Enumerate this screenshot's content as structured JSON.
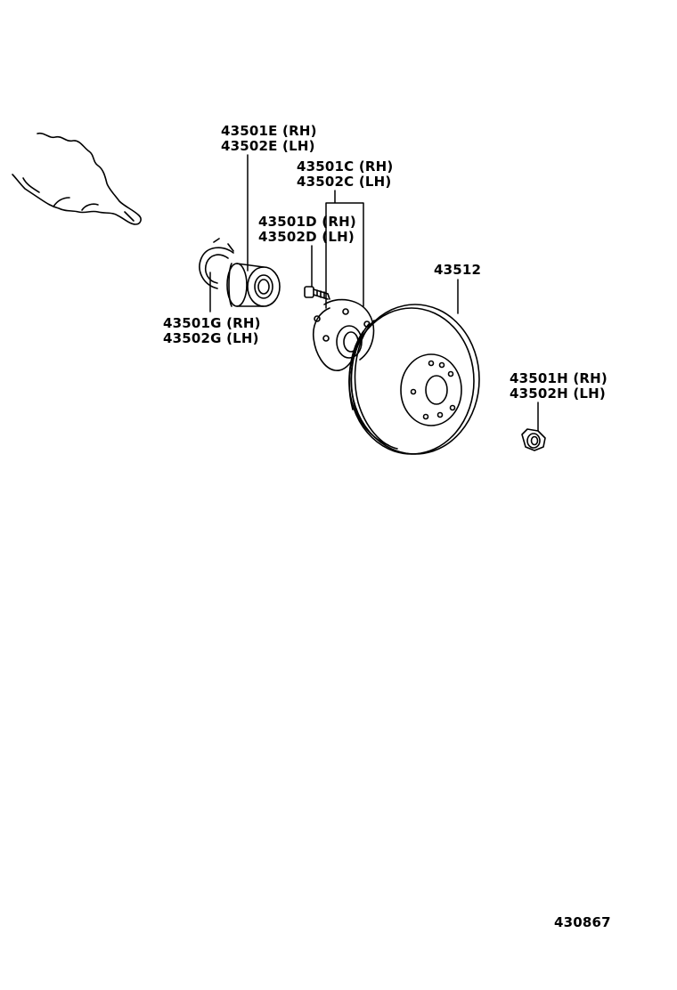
{
  "parts": {
    "bearing": {
      "rh": "43501E (RH)",
      "lh": "43502E (LH)"
    },
    "hub": {
      "rh": "43501C (RH)",
      "lh": "43502C (LH)"
    },
    "hub_bolt": {
      "rh": "43501D (RH)",
      "lh": "43502D (LH)"
    },
    "snap_ring": {
      "rh": "43501G (RH)",
      "lh": "43502G (LH)"
    },
    "disc": {
      "number": "43512"
    },
    "nut": {
      "rh": "43501H (RH)",
      "lh": "43502H (LH)"
    }
  },
  "figure_number": "430867",
  "colors": {
    "line": "#000000",
    "background": "#ffffff"
  }
}
